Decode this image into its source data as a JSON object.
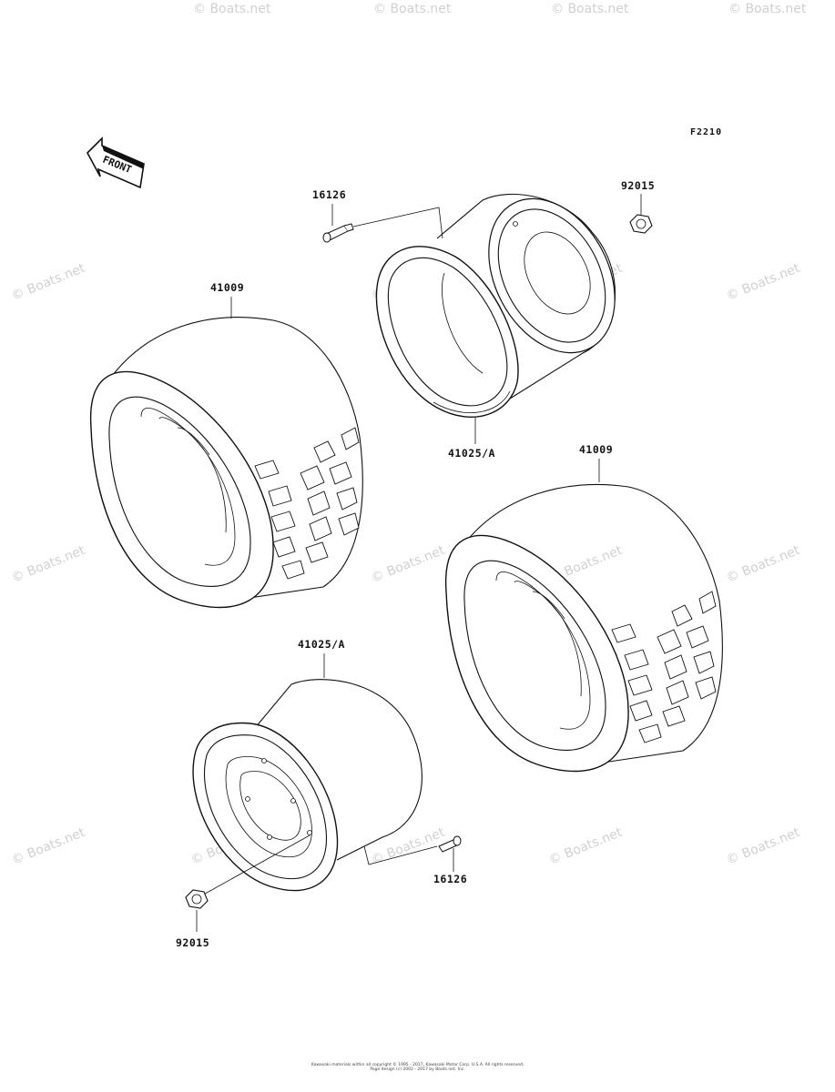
{
  "figure_id": "F2210",
  "front_arrow_text": "FRONT",
  "watermark_text": "© Boats.net",
  "labels": {
    "valve_top": "16126",
    "nut_top": "92015",
    "tire_left": "41009",
    "rim_top": "41025/A",
    "tire_right": "41009",
    "rim_bottom": "41025/A",
    "valve_bottom": "16126",
    "nut_bottom": "92015"
  },
  "footer": {
    "line1": "Kawasaki materials within all copyright © 1995 - 2017, Kawasaki Motor Corp. U.S.A. All rights reserved.",
    "line2": "Page design (c) 2002 - 2017 by Boats.net, Inc."
  }
}
